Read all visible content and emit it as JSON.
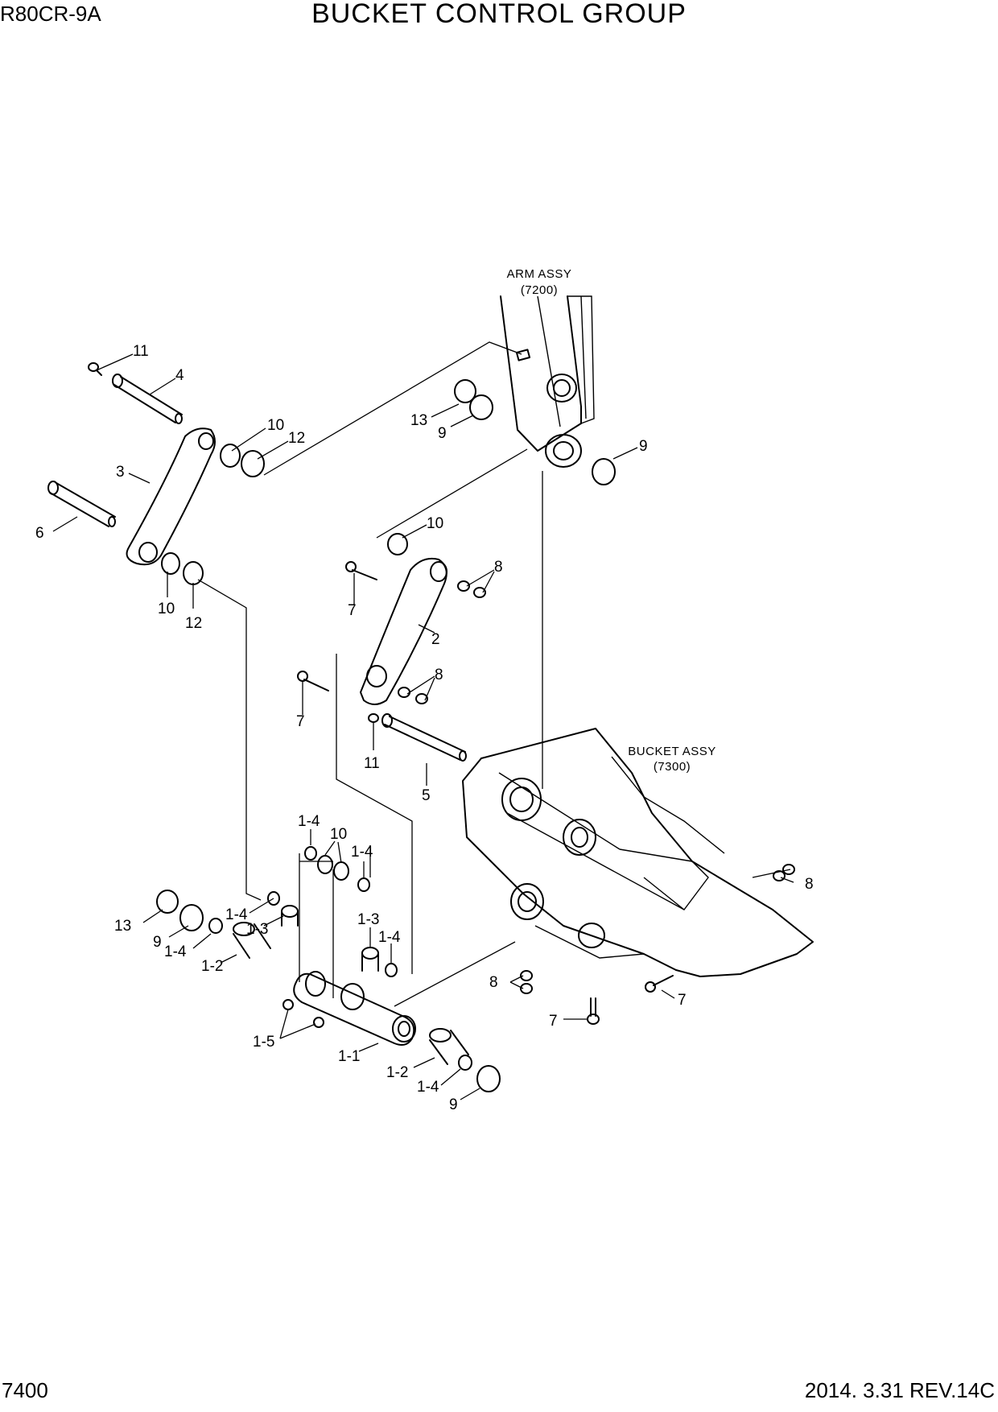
{
  "header": {
    "model": "R80CR-9A",
    "title": "BUCKET CONTROL GROUP"
  },
  "footer": {
    "page_number": "7400",
    "revision": "2014. 3.31  REV.14C"
  },
  "references": {
    "arm_assy": {
      "name": "ARM ASSY",
      "code": "(7200)"
    },
    "bucket_assy": {
      "name": "BUCKET ASSY",
      "code": "(7300)"
    }
  },
  "callouts": [
    "11",
    "4",
    "10",
    "12",
    "3",
    "6",
    "10",
    "12",
    "13",
    "9",
    "9",
    "10",
    "8",
    "7",
    "2",
    "7",
    "8",
    "11",
    "5",
    "1-4",
    "10",
    "1-4",
    "1-4",
    "1-3",
    "1-3",
    "1-4",
    "13",
    "9",
    "1-4",
    "1-2",
    "8",
    "7",
    "7",
    "8",
    "1-5",
    "1-1",
    "1-2",
    "1-4",
    "9"
  ]
}
